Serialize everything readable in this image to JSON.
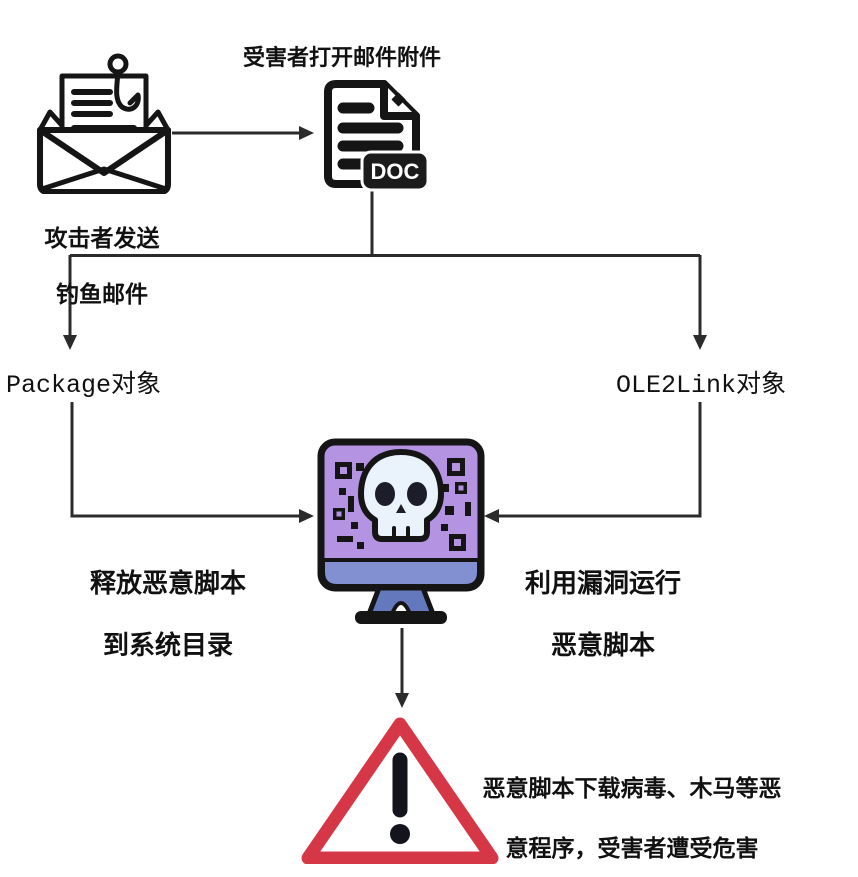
{
  "diagram": {
    "title": "受害者打开邮件附件",
    "colors": {
      "line": "#2b2b2b",
      "icon_ink": "#151515",
      "screen_purple": "#b494e2",
      "bezel_blue": "#8290d2",
      "stand_blue": "#6478bd",
      "skull_white": "#eaf3fc",
      "alert_red": "#d63747",
      "badge_black": "#1b1b1b",
      "text": "#111111"
    },
    "nodes": {
      "phishing": {
        "label_line1": "攻击者发送",
        "label_line2": "钓鱼邮件"
      },
      "doc": {
        "badge": "DOC"
      },
      "package": {
        "label": "Package对象"
      },
      "ole2link": {
        "label": "OLE2Link对象"
      },
      "drop": {
        "label_line1": "释放恶意脚本",
        "label_line2": "到系统目录"
      },
      "exploit": {
        "label_line1": "利用漏洞运行",
        "label_line2": "恶意脚本"
      },
      "harm": {
        "label_line1": "恶意脚本下载病毒、木马等恶",
        "label_line2": "意程序，受害者遭受危害"
      }
    }
  }
}
